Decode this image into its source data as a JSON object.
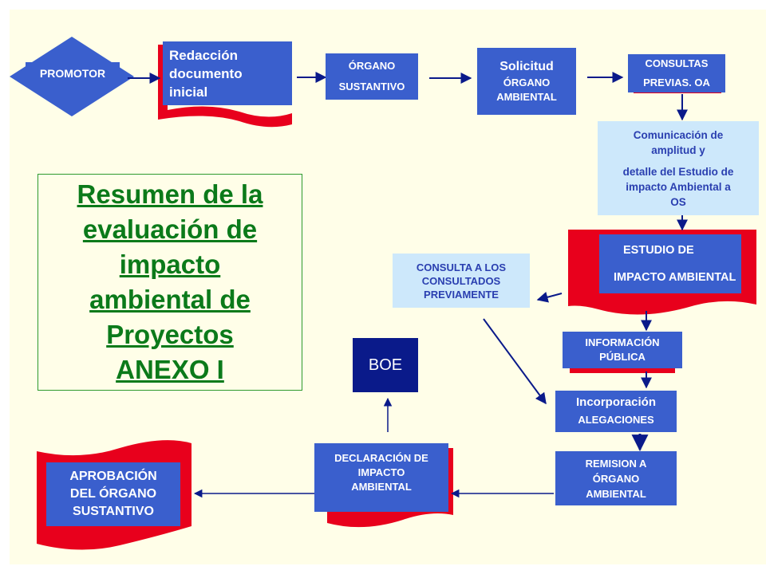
{
  "colors": {
    "background": "#fffee8",
    "blue_box": "#3a5fcd",
    "light_box": "#cde8fb",
    "red_shape": "#e8001c",
    "navy": "#0a1a8a",
    "title_green": "#0b7a1a"
  },
  "title": {
    "lines": [
      "Resumen de la",
      "evaluación de",
      "impacto",
      "ambiental de",
      "Proyectos",
      "ANEXO I"
    ]
  },
  "nodes": {
    "promotor": "PROMOTOR",
    "redaccion": [
      "Redacción",
      "documento",
      "inicial"
    ],
    "organo_sustantivo": [
      "ÓRGANO",
      "SUSTANTIVO"
    ],
    "solicitud": [
      "Solicitud",
      "ÓRGANO",
      "AMBIENTAL"
    ],
    "consultas_previas": [
      "CONSULTAS",
      "PREVIAS. OA"
    ],
    "comunicacion": [
      "Comunicación de",
      "amplitud y",
      "detalle del Estudio de",
      "impacto Ambiental a",
      "OS"
    ],
    "estudio": [
      "ESTUDIO DE",
      "IMPACTO AMBIENTAL"
    ],
    "consulta_consultados": [
      "CONSULTA A LOS",
      "CONSULTADOS",
      "PREVIAMENTE"
    ],
    "informacion_publica": [
      "INFORMACIÓN",
      "PÚBLICA"
    ],
    "incorporacion": [
      "Incorporación",
      "ALEGACIONES"
    ],
    "remision": [
      "REMISION A",
      "ÓRGANO",
      "AMBIENTAL"
    ],
    "declaracion": [
      "DECLARACIÓN DE",
      "IMPACTO",
      "AMBIENTAL"
    ],
    "boe": "BOE",
    "aprobacion": [
      "APROBACIÓN",
      "DEL ÓRGANO",
      "SUSTANTIVO"
    ]
  }
}
